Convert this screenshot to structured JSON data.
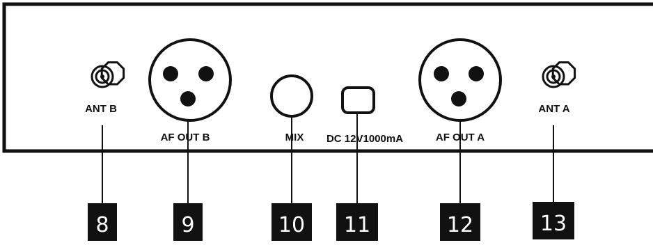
{
  "panel": {
    "connectors": {
      "ant_b": {
        "label": "ANT B"
      },
      "af_out_b": {
        "label": "AF OUT B"
      },
      "mix": {
        "label": "MIX"
      },
      "dc_in": {
        "label": "DC 12V1000mA"
      },
      "af_out_a": {
        "label": "AF OUT A"
      },
      "ant_a": {
        "label": "ANT A"
      }
    }
  },
  "callouts": [
    "8",
    "9",
    "10",
    "11",
    "12",
    "13"
  ],
  "colors": {
    "ink": "#111111",
    "badge": "#111111",
    "badge_text": "#ffffff",
    "background": "#ffffff"
  }
}
